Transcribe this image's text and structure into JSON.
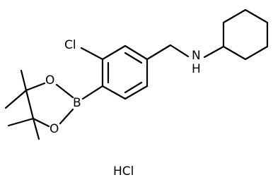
{
  "molecule": {
    "atoms": {
      "chlorine": "Cl",
      "amine": "N",
      "amine_h": "H",
      "boron": "B",
      "oxygen_top": "O",
      "oxygen_bottom": "O"
    },
    "salt": "HCl"
  },
  "colors": {
    "bond": "#000000",
    "text": "#000000",
    "background": "#ffffff"
  }
}
